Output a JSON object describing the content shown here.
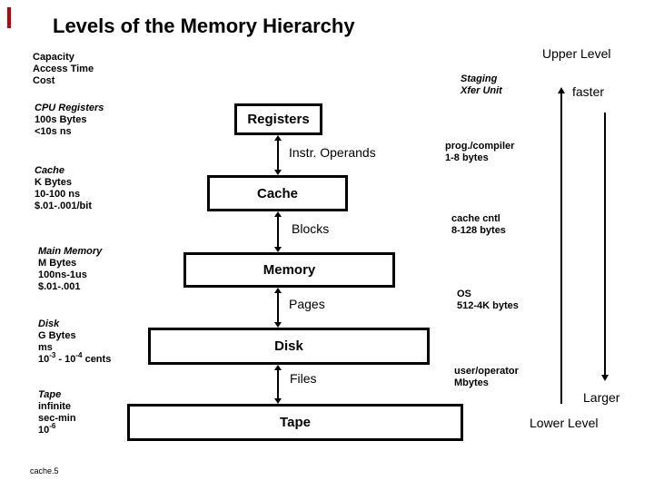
{
  "title": "Levels of the Memory Hierarchy",
  "footer": "cache.5",
  "accent_color": "#c00000",
  "left_header": {
    "line1": "Capacity",
    "line2": "Access Time",
    "line3": "Cost"
  },
  "levels": [
    {
      "name": "CPU Registers",
      "specs": [
        "100s Bytes",
        "<10s ns"
      ]
    },
    {
      "name": "Cache",
      "specs": [
        "K Bytes",
        "10-100 ns",
        "$.01-.001/bit"
      ]
    },
    {
      "name": "Main Memory",
      "specs": [
        "M Bytes",
        "100ns-1us",
        "$.01-.001"
      ]
    },
    {
      "name": "Disk",
      "specs": [
        "G Bytes",
        "ms"
      ],
      "cost": {
        "b1": "10",
        "s1": "-3",
        "b2": " - 10",
        "s2": "-4",
        "b3": " cents"
      }
    },
    {
      "name": "Tape",
      "specs": [
        "infinite",
        "sec-min"
      ],
      "cost": {
        "b1": "10",
        "s1": "-6"
      }
    }
  ],
  "boxes": [
    {
      "label": "Registers"
    },
    {
      "label": "Cache"
    },
    {
      "label": "Memory"
    },
    {
      "label": "Disk"
    },
    {
      "label": "Tape"
    }
  ],
  "transfers": [
    {
      "label": "Instr. Operands"
    },
    {
      "label": "Blocks"
    },
    {
      "label": "Pages"
    },
    {
      "label": "Files"
    }
  ],
  "staging": {
    "line1": "Staging",
    "line2": "Xfer Unit"
  },
  "xfer_units": [
    {
      "line1": "prog./compiler",
      "line2": "1-8 bytes"
    },
    {
      "line1": "cache cntl",
      "line2": "8-128 bytes"
    },
    {
      "line1": "OS",
      "line2": "512-4K bytes"
    },
    {
      "line1": "user/operator",
      "line2": "Mbytes"
    }
  ],
  "right": {
    "upper_level": "Upper Level",
    "faster": "faster",
    "larger": "Larger",
    "lower_level": "Lower Level"
  }
}
